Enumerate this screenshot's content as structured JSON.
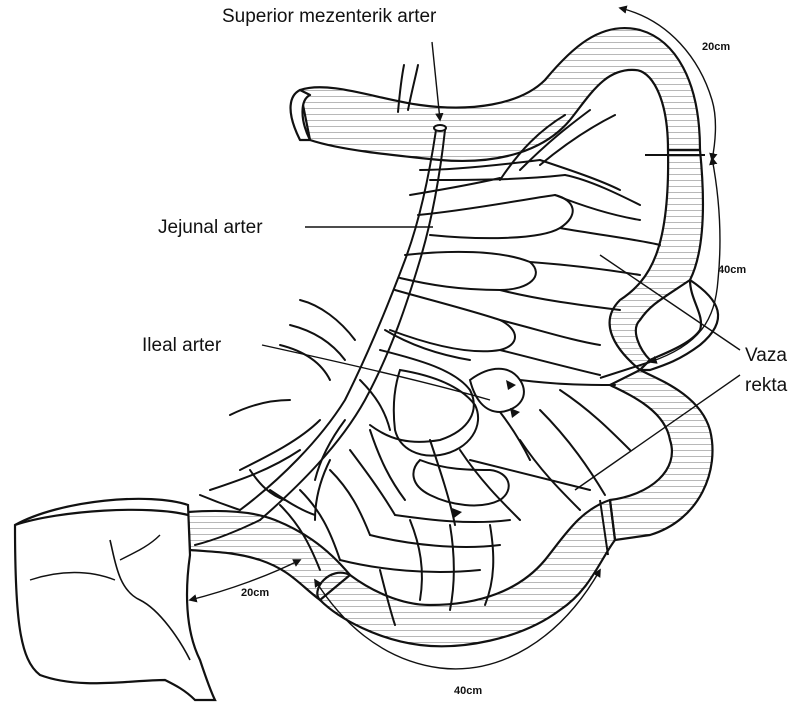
{
  "labels": {
    "superior": "Superior mezenterik arter",
    "jejunal": "Jejunal arter",
    "ileal": "Ileal arter",
    "vaza_line1": "Vaza",
    "vaza_line2": "rekta"
  },
  "measurements": {
    "top_right": "20cm",
    "right_mid": "40cm",
    "bottom_left": "20cm",
    "bottom": "40cm"
  }
}
